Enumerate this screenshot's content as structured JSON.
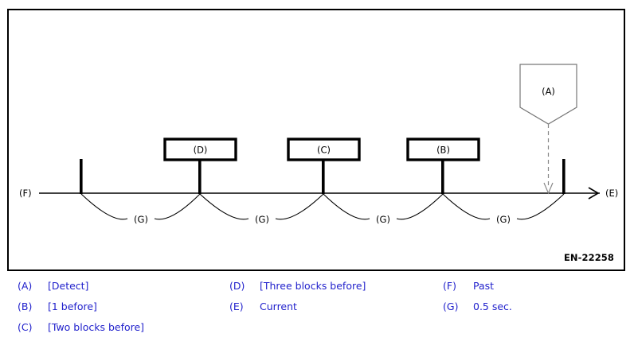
{
  "figure": {
    "drawing_number": "EN-22258",
    "axis": {
      "left_label": "(F)",
      "right_label": "(E)"
    },
    "callout": {
      "label": "(A)"
    },
    "blocks": [
      {
        "label": "(D)"
      },
      {
        "label": "(C)"
      },
      {
        "label": "(B)"
      }
    ],
    "intervals": [
      {
        "label": "(G)"
      },
      {
        "label": "(G)"
      },
      {
        "label": "(G)"
      },
      {
        "label": "(G)"
      }
    ]
  },
  "legend": {
    "columns": [
      {
        "items": [
          {
            "key": "(A)",
            "text": "[Detect]"
          },
          {
            "key": "(B)",
            "text": "[1 before]"
          },
          {
            "key": "(C)",
            "text": "[Two blocks before]"
          }
        ]
      },
      {
        "items": [
          {
            "key": "(D)",
            "text": "[Three blocks before]"
          },
          {
            "key": "(E)",
            "text": "Current"
          }
        ]
      },
      {
        "items": [
          {
            "key": "(F)",
            "text": "Past"
          },
          {
            "key": "(G)",
            "text": "0.5 sec."
          }
        ]
      }
    ]
  },
  "colors": {
    "legend_text": "#2222cc",
    "line": "#000000",
    "dashed_arrow": "#888888"
  }
}
